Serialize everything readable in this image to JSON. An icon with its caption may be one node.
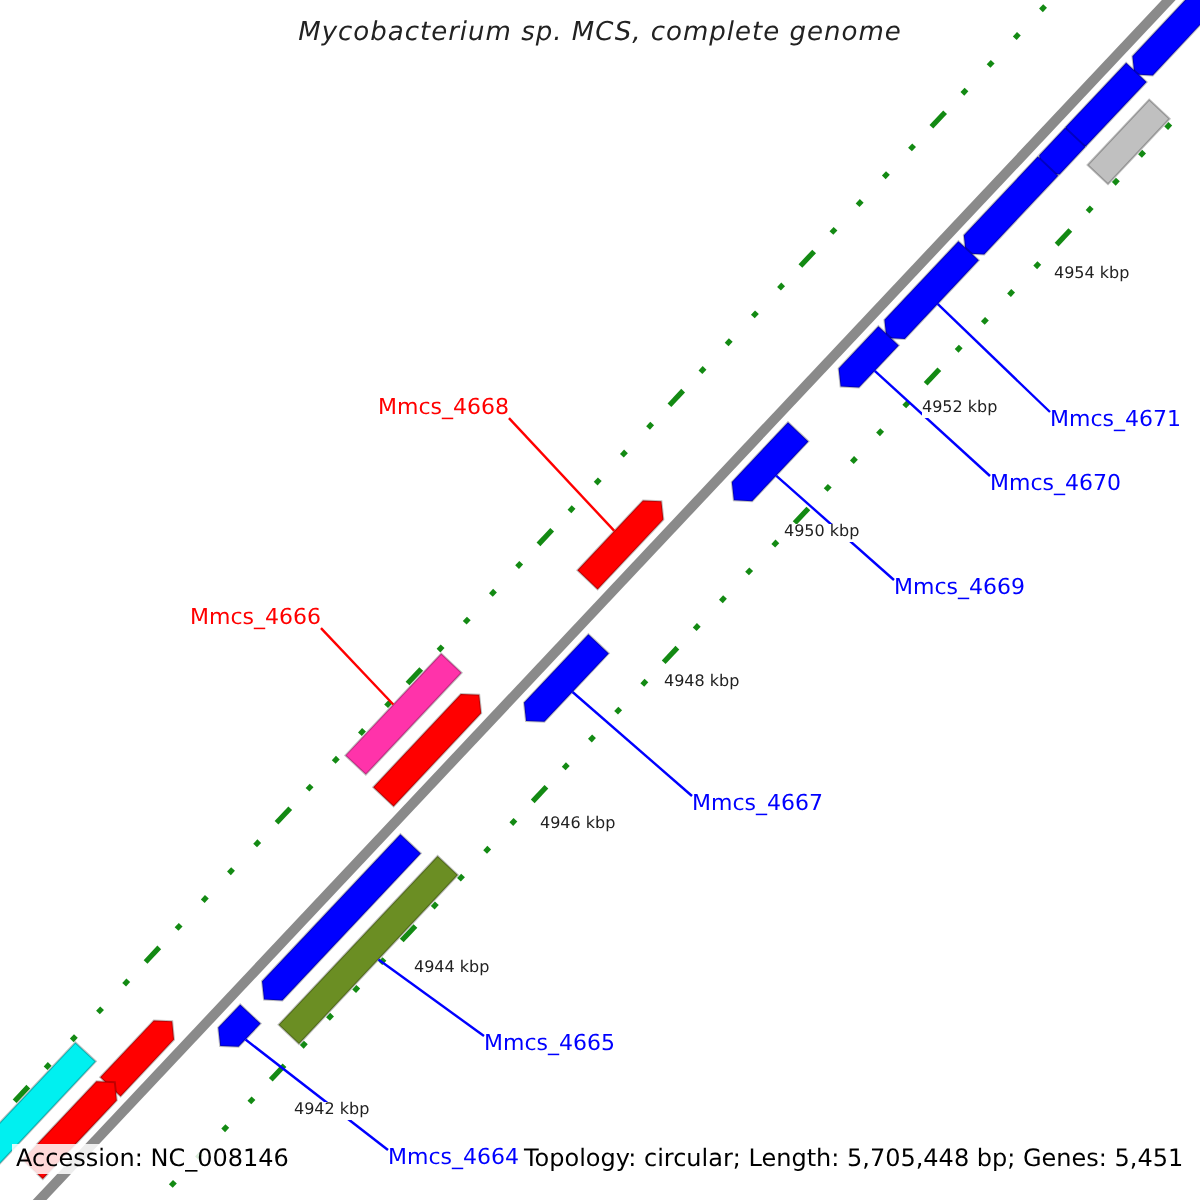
{
  "diagram": {
    "title": "Mycobacterium sp. MCS, complete genome",
    "nodes": [
      {
        "text": [
          "Mmcs_4668"
        ]
      },
      {
        "text": [
          "Mmcs_4671"
        ]
      },
      {
        "text": [
          "Mmcs_4670"
        ]
      },
      {
        "text": [
          "Mmcs_4669"
        ]
      },
      {
        "text": [
          "Mmcs_4666"
        ]
      },
      {
        "text": [
          "Mmcs_4667"
        ]
      },
      {
        "text": [
          "Mmcs_4665"
        ]
      },
      {
        "text": [
          "Mmcs_4664"
        ]
      },
      {
        "text": [],
        "shape": "pentagon"
      },
      {
        "text": [],
        "shape": "pentagon"
      },
      {
        "text": [],
        "shape": "bar"
      },
      {
        "text": [],
        "shape": "pentagon"
      },
      {
        "text": [],
        "shape": "pentagon"
      },
      {
        "text": [],
        "shape": "pentagon"
      },
      {
        "text": [],
        "shape": "pentagon"
      },
      {
        "text": [],
        "shape": "pentagon"
      },
      {
        "text": [],
        "shape": "pentagon"
      },
      {
        "text": [],
        "shape": "pentagon"
      },
      {
        "text": [],
        "shape": "bar"
      },
      {
        "text": [],
        "shape": "pentagon"
      },
      {
        "text": [],
        "shape": "pentagon"
      },
      {
        "text": [],
        "shape": "bar"
      },
      {
        "text": [],
        "shape": "pentagon"
      },
      {
        "text": [],
        "shape": "pentagon"
      },
      {
        "text": [],
        "shape": "bar"
      },
      {
        "text": [],
        "shape": "pentagon"
      }
    ],
    "edges": [
      {
        "from": 0,
        "to": 16,
        "arrow": "none",
        "color": "#ff0000"
      },
      {
        "from": 1,
        "to": 13,
        "arrow": "none"
      },
      {
        "from": 2,
        "to": 14,
        "arrow": "none"
      },
      {
        "from": 3,
        "to": 15,
        "arrow": "none"
      },
      {
        "from": 4,
        "to": 18,
        "arrow": "none",
        "color": "#ff0000"
      },
      {
        "from": 5,
        "to": 17,
        "arrow": "none"
      },
      {
        "from": 6,
        "to": 21,
        "arrow": "none"
      },
      {
        "from": 7,
        "to": 22,
        "arrow": "none"
      }
    ],
    "labels": [
      "4954 kbp",
      "4952 kbp",
      "4950 kbp",
      "4948 kbp",
      "4946 kbp",
      "4944 kbp",
      "4942 kbp",
      "Accession: NC_008146",
      "Topology: circular; Length: 5,705,448 bp; Genes: 5,451"
    ]
  }
}
